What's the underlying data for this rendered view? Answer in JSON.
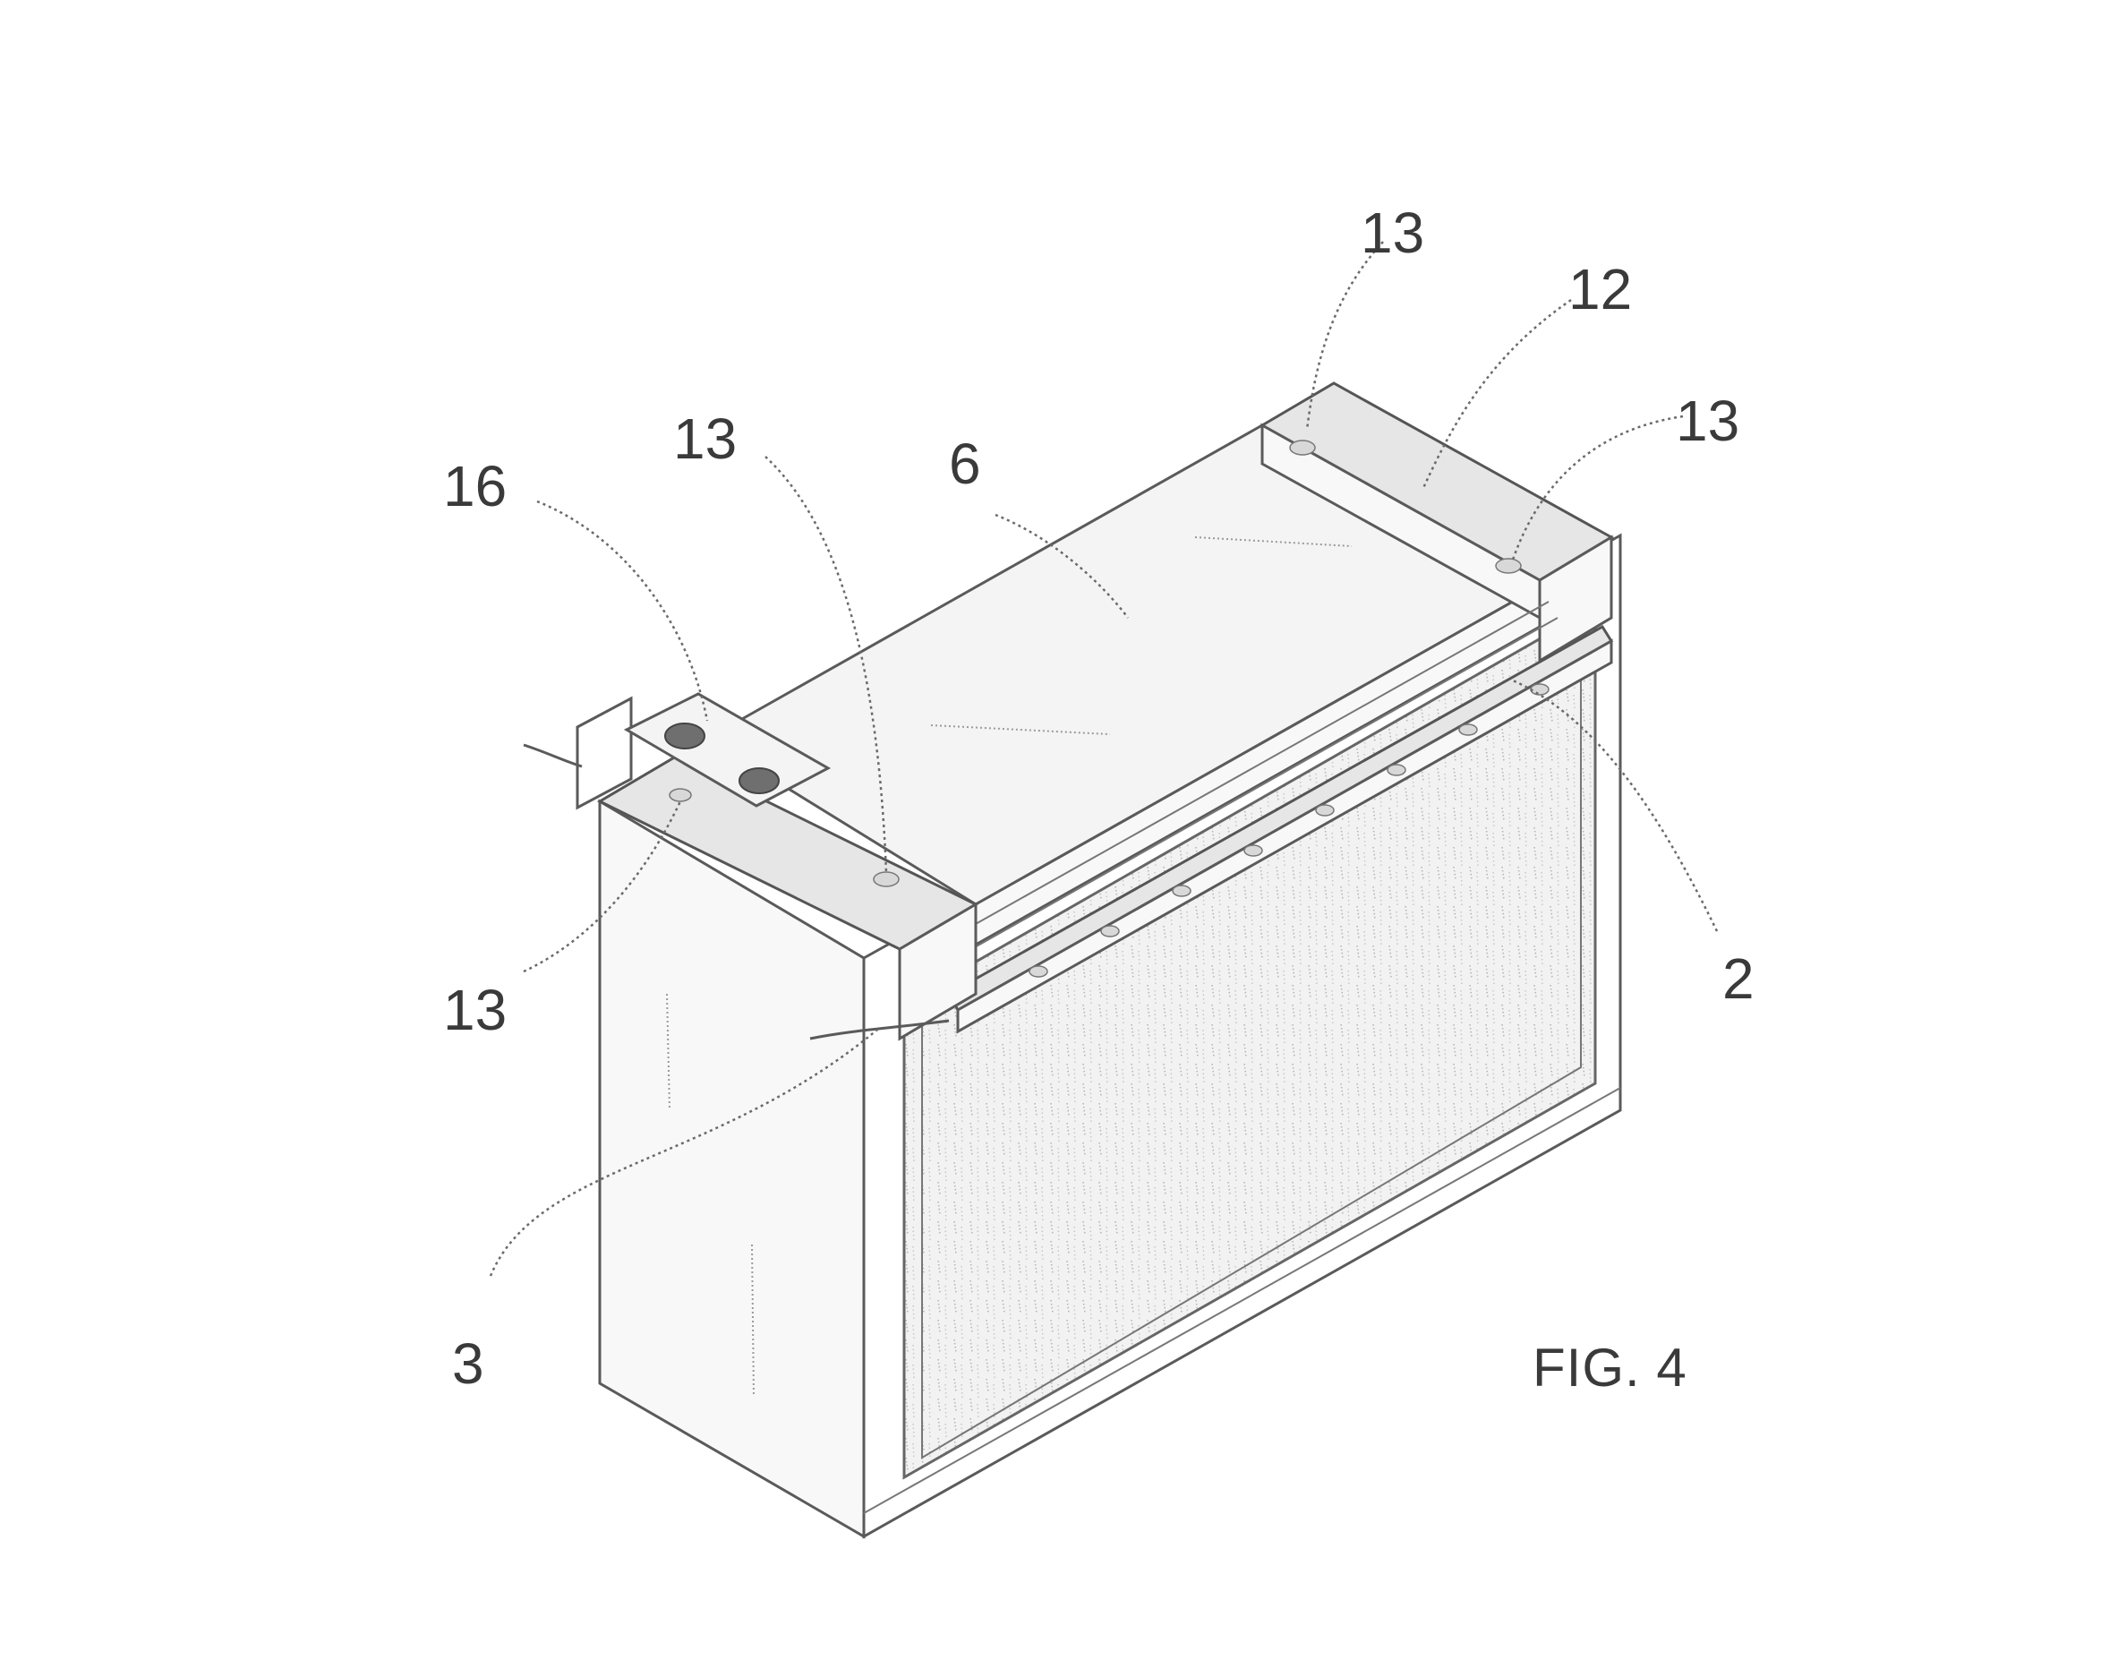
{
  "figure": {
    "caption": "FIG. 4",
    "labels": {
      "ref_13_top": "13",
      "ref_12": "12",
      "ref_13_right": "13",
      "ref_13_center": "13",
      "ref_6": "6",
      "ref_16": "16",
      "ref_13_left": "13",
      "ref_2": "2",
      "ref_3": "3"
    }
  }
}
